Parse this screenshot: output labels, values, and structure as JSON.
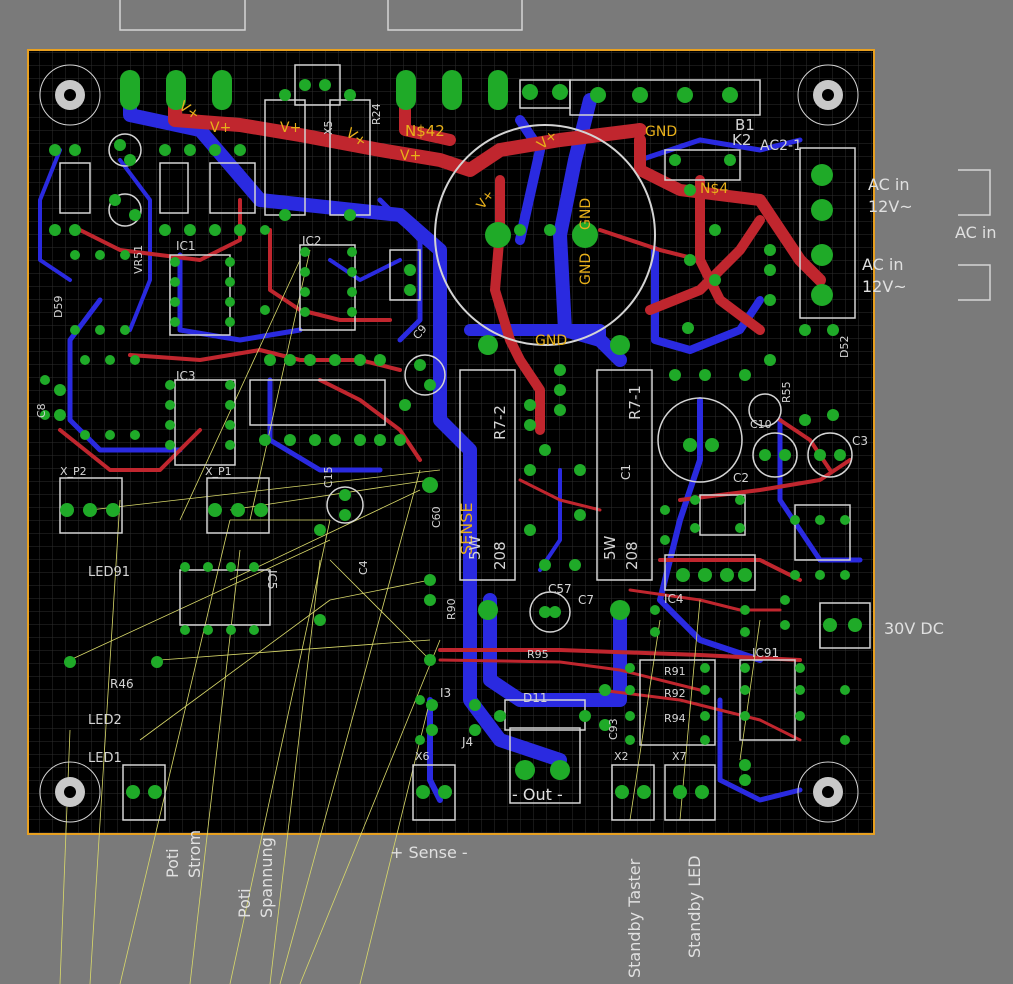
{
  "colors": {
    "workspace": "#7a7a7a",
    "board_bg": "#000000",
    "grid": "#2e2e2e",
    "outline": "#e8a020",
    "top_copper": "#c0262e",
    "bottom_copper": "#2a2ae0",
    "pad": "#1faa28",
    "silkscreen": "#d4d4d4",
    "airwire": "#d9d96a",
    "net_label": "#e8b01a",
    "mount_hole": "#c8c8c8"
  },
  "net_labels": {
    "v_plus": "V+",
    "n42": "N$42",
    "n4": "N$4",
    "gnd": "GND",
    "sense": "SENSE"
  },
  "components": {
    "r7_2": "R7-2",
    "r7_1": "R7-1",
    "rating_5w": "5W",
    "code_208": "208",
    "k2": "K2",
    "b1": "B1",
    "ac21": "AC2-1",
    "c1": "C1",
    "c2": "C2",
    "c3": "C3",
    "c4": "C4",
    "c7": "C7",
    "c8": "C8",
    "c9": "C9",
    "c10": "C10",
    "c15": "C15",
    "c57": "C57",
    "c60": "C60",
    "c93": "C93",
    "ic1": "IC1",
    "ic2": "IC2",
    "ic3": "IC3",
    "ic4": "IC4",
    "ic5": "IC5",
    "ic91": "IC91",
    "d11": "D11",
    "d52": "D52",
    "d59": "D59",
    "r46": "R46",
    "r55": "R55",
    "r90": "R90",
    "r95": "R95",
    "r91": "R91",
    "r92": "R92",
    "r94": "R94",
    "r24": "R24",
    "x5": "X5",
    "x6": "X6",
    "x7": "X7",
    "x2": "X2",
    "xp1": "X_P1",
    "xp2": "X_P2",
    "led91": "LED91",
    "led2": "LED2",
    "led1": "LED1",
    "j4": "J4",
    "i3": "I3",
    "vr51": "VR51"
  },
  "external_labels": {
    "ac_in_1": "AC in",
    "ac_in_1_v": "12V~",
    "ac_in": "AC in",
    "ac_in_2": "AC in",
    "ac_in_2_v": "12V~",
    "dc_30v": "30V DC",
    "out": "- Out -",
    "sense": "+ Sense -",
    "poti": "Poti",
    "strom": "Strom",
    "poti2": "Poti",
    "spannung": "Spannung",
    "standby_taster": "Standby Taster",
    "standby_led": "Standby LED"
  }
}
